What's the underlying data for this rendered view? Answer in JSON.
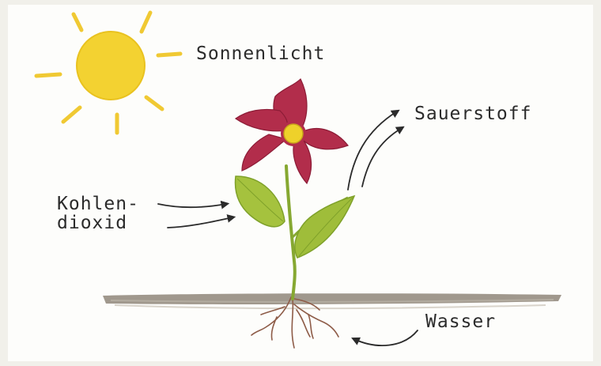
{
  "diagram": {
    "labels": {
      "sunlight": "Sonnenlicht",
      "oxygen": "Sauerstoff",
      "co2_line1": "Kohlen-",
      "co2_line2": "dioxid",
      "water": "Wasser"
    },
    "colors": {
      "sun": "#f3d231",
      "sun_rays": "#f0c933",
      "petals": "#b22d4b",
      "flower_center": "#eed12a",
      "leaves": "#9fbd3a",
      "stem": "#86a831",
      "soil": "#8f8679",
      "roots": "#8e5c48",
      "ink": "#2b2b2b"
    }
  }
}
